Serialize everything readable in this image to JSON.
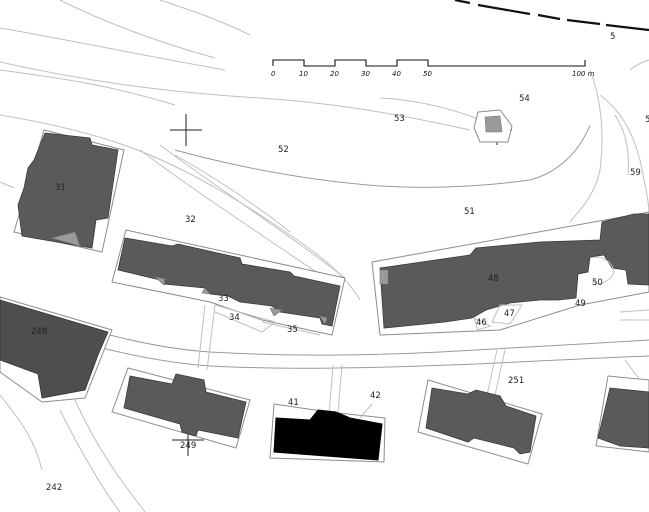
{
  "parcels": {
    "p31": "31",
    "p32": "32",
    "p33": "33",
    "p34": "34",
    "p35": "35",
    "p41": "41",
    "p42": "42",
    "p46": "46",
    "p47": "47",
    "p48": "48",
    "p49": "49",
    "p50": "50",
    "p51": "51",
    "p52": "52",
    "p53": "53",
    "p54": "54",
    "p59": "59",
    "p242": "242",
    "p248": "248",
    "p249": "249",
    "p251": "251",
    "edge5a": "5",
    "edge5b": "5"
  },
  "scale": {
    "t0": "0",
    "t10": "10",
    "t20": "20",
    "t30": "30",
    "t40": "40",
    "t50": "50",
    "t100": "100 m"
  }
}
